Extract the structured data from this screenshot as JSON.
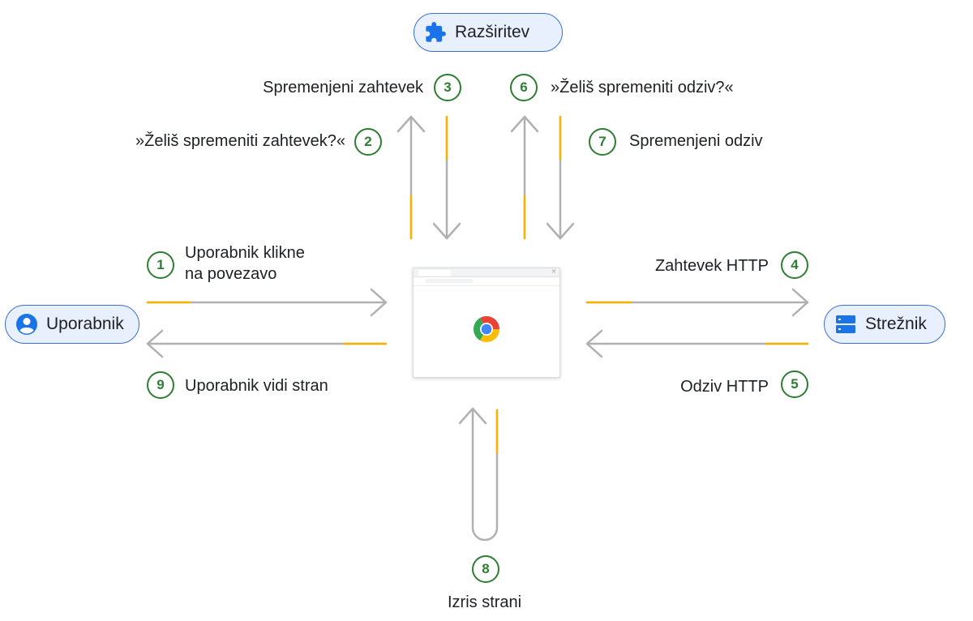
{
  "nodes": {
    "extension": "Razširitev",
    "user": "Uporabnik",
    "server": "Strežnik"
  },
  "steps": [
    {
      "number": "1",
      "label_line1": "Uporabnik klikne",
      "label_line2": "na povezavo"
    },
    {
      "number": "2",
      "label": "»Želiš spremeniti zahtevek?«"
    },
    {
      "number": "3",
      "label": "Spremenjeni zahtevek"
    },
    {
      "number": "4",
      "label": "Zahtevek HTTP"
    },
    {
      "number": "5",
      "label": "Odziv HTTP"
    },
    {
      "number": "6",
      "label": "»Želiš spremeniti odziv?«"
    },
    {
      "number": "7",
      "label": "Spremenjeni odziv"
    },
    {
      "number": "8",
      "label": "Izris strani"
    },
    {
      "number": "9",
      "label": "Uporabnik vidi stran"
    }
  ],
  "icons": {
    "extension": "puzzle-piece-icon",
    "user": "user-account-icon",
    "server": "server-icon",
    "browser_logo": "chrome-logo-icon"
  },
  "colors": {
    "pill_fill": "#e8f0fe",
    "pill_border": "#3c6fd1",
    "icon_blue": "#1a73e8",
    "step_green": "#2e7d32",
    "arrow_gray": "#b0b0b0",
    "arrow_highlight": "#f4b400"
  }
}
